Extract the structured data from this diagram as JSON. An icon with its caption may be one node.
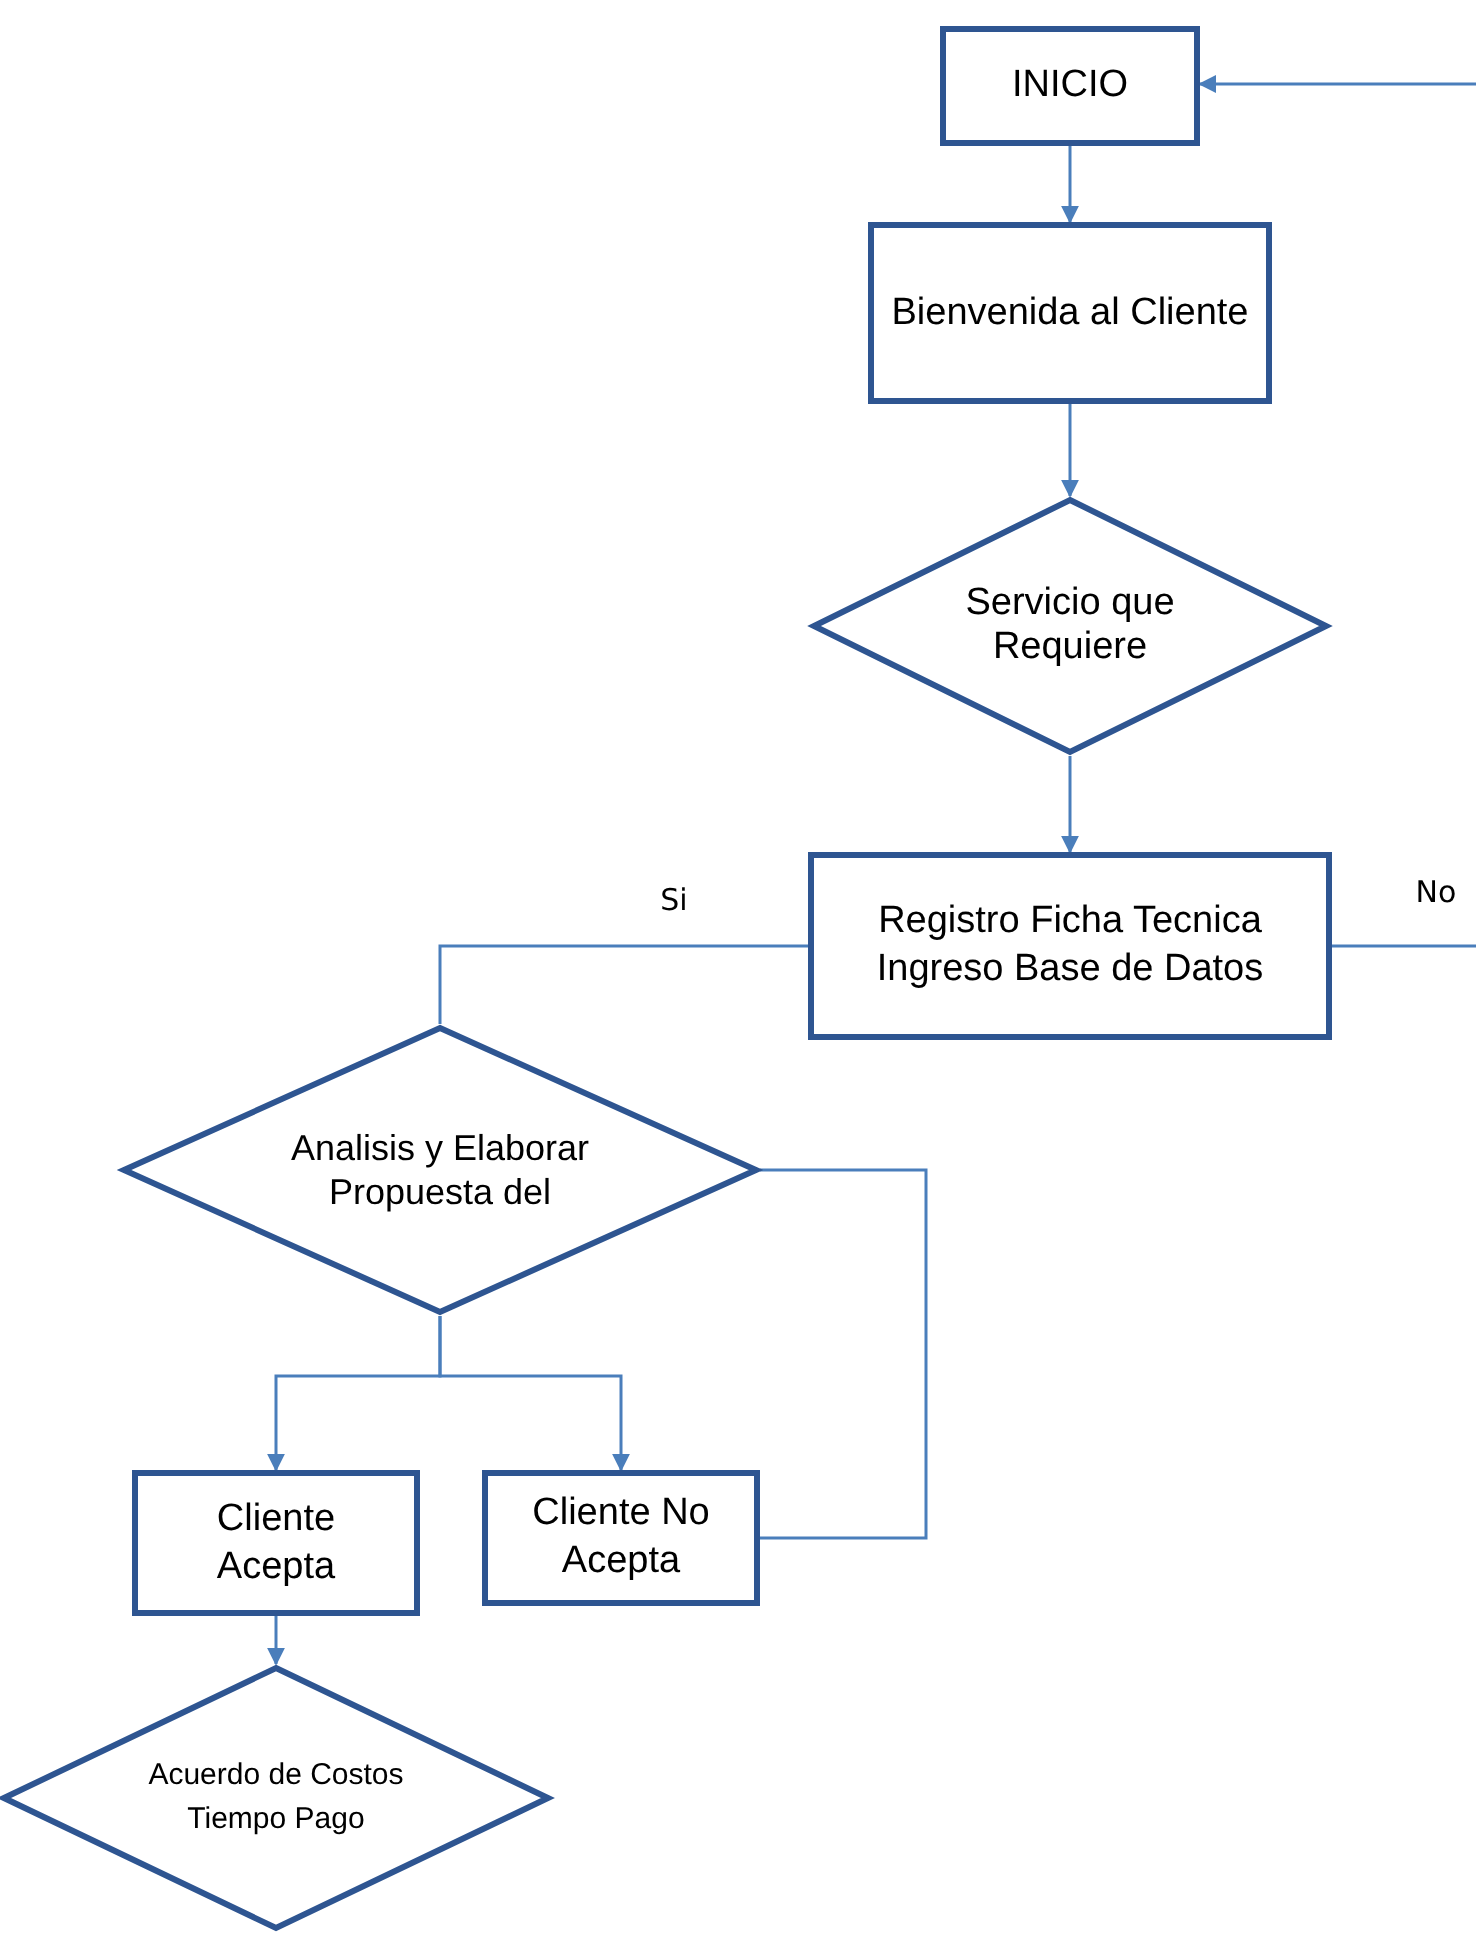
{
  "diagram": {
    "nodes": [
      {
        "text": [
          "INICIO"
        ]
      },
      {
        "text": [
          "Bienvenida al Cliente"
        ]
      },
      {
        "text": [
          "Servicio que Requiere"
        ]
      },
      {
        "text": [
          "Registro Ficha Tecnica Ingreso Base de Datos"
        ]
      },
      {
        "text": [
          "Analisis y Elaborar Propuesta del"
        ]
      },
      {
        "text": [
          "Cliente Acepta"
        ]
      },
      {
        "text": [
          "Cliente No Acepta"
        ]
      },
      {
        "text": [
          "Acuerdo de Costos Tiempo Pago"
        ]
      }
    ],
    "edges": [
      {
        "from": null,
        "to": 0,
        "arrow": "to"
      },
      {
        "from": 0,
        "to": 1,
        "arrow": "to"
      },
      {
        "from": 1,
        "to": 2,
        "arrow": "to"
      },
      {
        "from": 2,
        "to": 3,
        "arrow": "to"
      },
      {
        "from": 3,
        "to": null,
        "arrow": "none",
        "label": "No"
      },
      {
        "from": 3,
        "to": 4,
        "arrow": "none",
        "label": "Si"
      },
      {
        "from": 4,
        "to": 5,
        "arrow": "to"
      },
      {
        "from": 4,
        "to": 6,
        "arrow": "to"
      },
      {
        "from": 6,
        "to": 4,
        "arrow": "none"
      },
      {
        "from": 5,
        "to": 7,
        "arrow": "to"
      }
    ]
  }
}
